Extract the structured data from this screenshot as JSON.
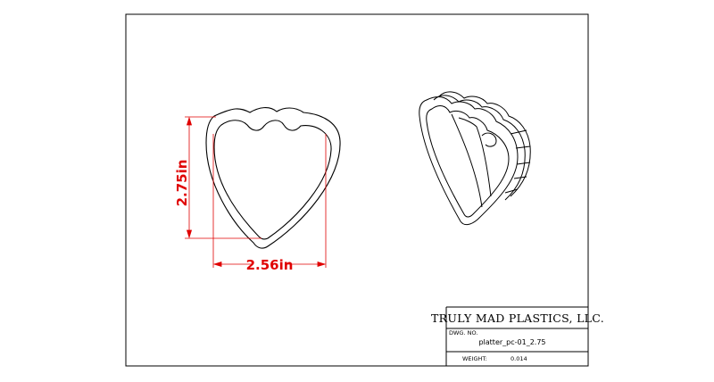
{
  "drawing": {
    "dimension_height": "2.75in",
    "dimension_width": "2.56in"
  },
  "title_block": {
    "company": "TRULY MAD PLASTICS, LLC.",
    "dwg_no_label": "DWG.  NO.",
    "dwg_no_value": "platter_pc-01_2.75",
    "weight_label": "WEIGHT:",
    "weight_value": "0.014"
  },
  "colors": {
    "line": "#000000",
    "dimension": "#e00000",
    "background": "#ffffff"
  }
}
